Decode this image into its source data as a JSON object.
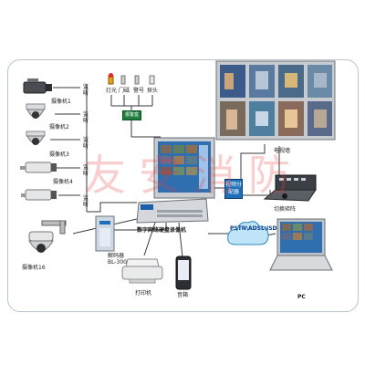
{
  "cameras": [
    {
      "label": "摄像机1"
    },
    {
      "label": "摄像机2"
    },
    {
      "label": "摄像机3"
    },
    {
      "label": "摄像机4"
    },
    {
      "label": "摄像机16"
    }
  ],
  "monitor_listen": [
    "监听",
    "监听",
    "监听",
    "监听",
    "监听"
  ],
  "alarm_devices": [
    "灯光",
    "门磁",
    "警号",
    "探头"
  ],
  "alarm_box": "报警盒",
  "dvr_label": "数字网络硬盘录像机",
  "video_splitter": "视频分配器",
  "video_wall": "电视墙",
  "matrix": "切换矩阵",
  "decoder": "解码器 BL-300I",
  "printer": "打印机",
  "phone": "音箱",
  "network": "PSTN\\ADSL\\ISDN\\LAN",
  "pc": "PC",
  "watermark": "友安消防",
  "colors": {
    "line": "#3a3a3a",
    "alarm_green": "#1e7d3a",
    "splitter_blue": "#1c6fb8",
    "cloud": "#bfe3f7",
    "dvr_screen": "#2f6fb0"
  }
}
